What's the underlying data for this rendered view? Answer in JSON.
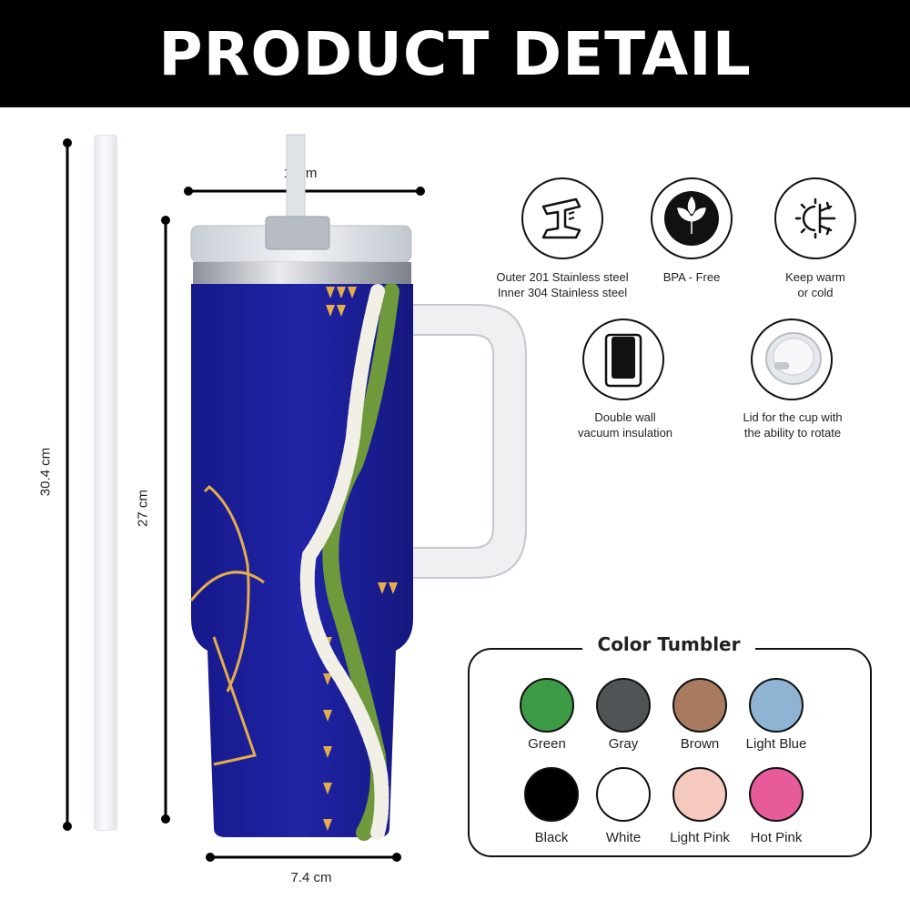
{
  "header": {
    "title": "PRODUCT DETAIL"
  },
  "dimensions": {
    "straw_height": "30.4 cm",
    "cup_height": "27 cm",
    "top_width": "10cm",
    "bottom_width": "7.4 cm"
  },
  "features": [
    {
      "icon": "steel-beam-icon",
      "line1": "Outer 201 Stainless steel",
      "line2": "Inner 304 Stainless steel"
    },
    {
      "icon": "leaf-icon",
      "line1": "BPA - Free",
      "line2": ""
    },
    {
      "icon": "sun-snowflake-icon",
      "line1": "Keep warm",
      "line2": "or cold"
    },
    {
      "icon": "double-wall-icon",
      "line1": "Double wall",
      "line2": "vacuum insulation"
    },
    {
      "icon": "lid-icon",
      "line1": "Lid for the cup with",
      "line2": "the ability to rotate"
    }
  ],
  "color_tumbler": {
    "title": "Color Tumbler",
    "colors": [
      {
        "name": "Green",
        "hex": "#3d9a45"
      },
      {
        "name": "Gray",
        "hex": "#4f5457"
      },
      {
        "name": "Brown",
        "hex": "#a87a5f"
      },
      {
        "name": "Light Blue",
        "hex": "#8fb3d3"
      },
      {
        "name": "Black",
        "hex": "#000000"
      },
      {
        "name": "White",
        "hex": "#ffffff"
      },
      {
        "name": "Light Pink",
        "hex": "#f6c9bf"
      },
      {
        "name": "Hot Pink",
        "hex": "#e75b9a"
      }
    ]
  },
  "tumbler": {
    "body_color": "#1c1f9a",
    "accent_color": "#e5ad4a",
    "lei_green": "#6e9a3c"
  }
}
